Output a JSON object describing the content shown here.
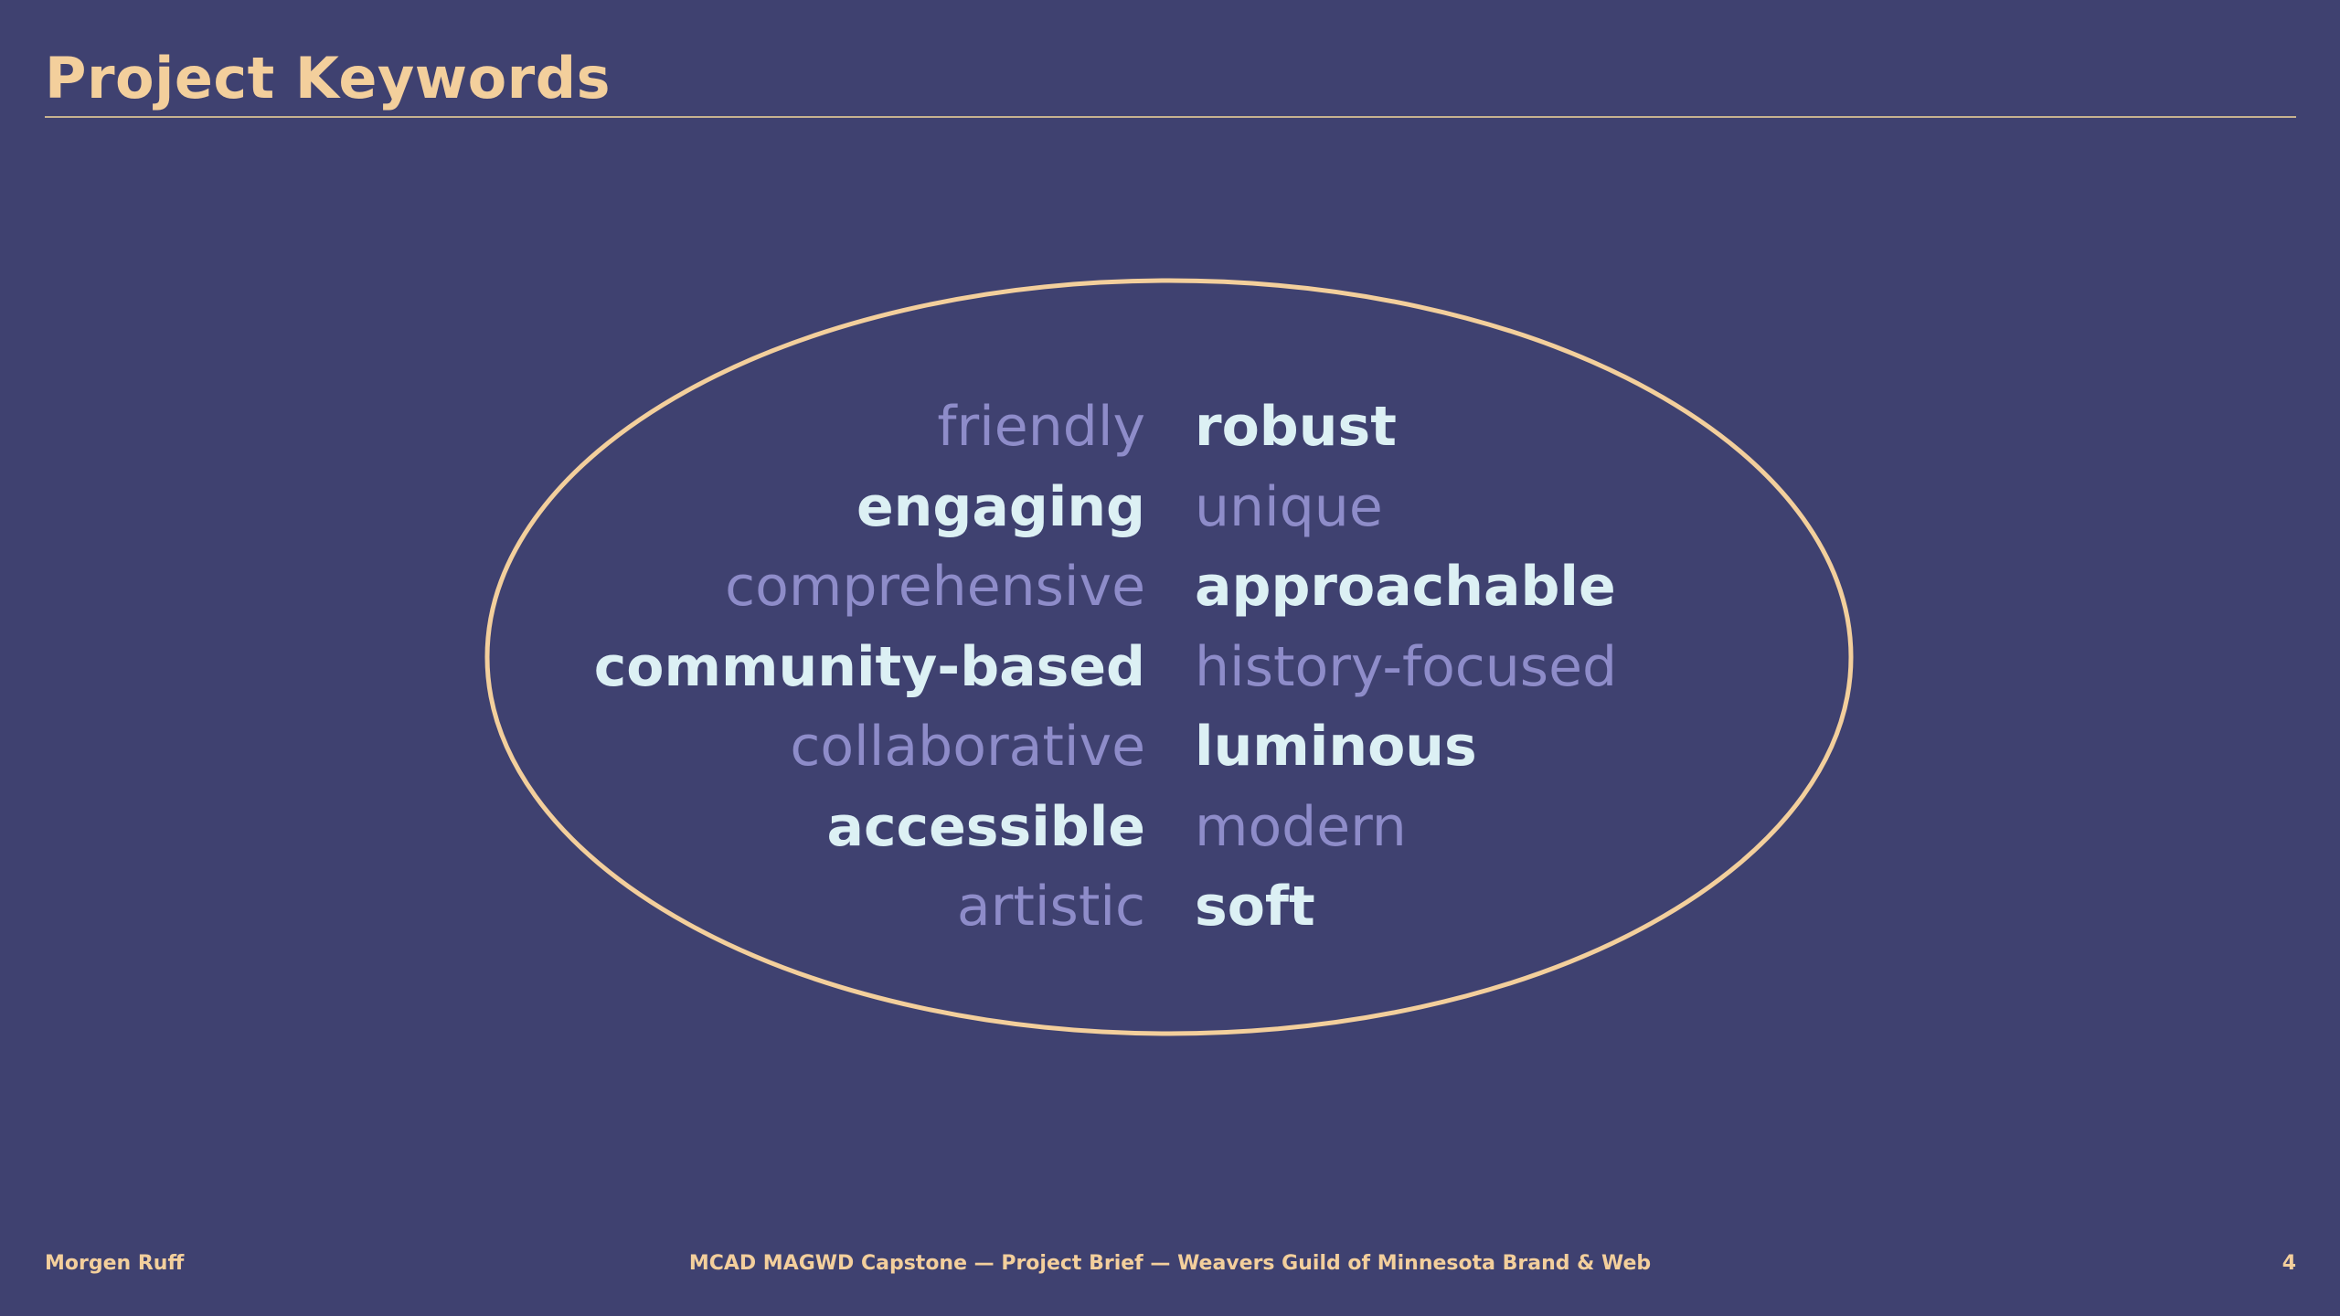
{
  "slide": {
    "title": "Project Keywords"
  },
  "colors": {
    "background": "#3f4170",
    "accent": "#f3cf9c",
    "keyword_bright": "#dcf0f4",
    "keyword_muted": "#8e8cc9"
  },
  "keywords": {
    "left": [
      {
        "text": "friendly",
        "tone": "muted"
      },
      {
        "text": "engaging",
        "tone": "bright"
      },
      {
        "text": "comprehensive",
        "tone": "muted"
      },
      {
        "text": "community-based",
        "tone": "bright"
      },
      {
        "text": "collaborative",
        "tone": "muted"
      },
      {
        "text": "accessible",
        "tone": "bright"
      },
      {
        "text": "artistic",
        "tone": "muted"
      }
    ],
    "right": [
      {
        "text": "robust",
        "tone": "bright"
      },
      {
        "text": "unique",
        "tone": "muted"
      },
      {
        "text": "approachable",
        "tone": "bright"
      },
      {
        "text": "history-focused",
        "tone": "muted"
      },
      {
        "text": "luminous",
        "tone": "bright"
      },
      {
        "text": "modern",
        "tone": "muted"
      },
      {
        "text": "soft",
        "tone": "bright"
      }
    ]
  },
  "footer": {
    "author": "Morgen Ruff",
    "course": "MCAD MAGWD Capstone — Project Brief — Weavers Guild of Minnesota Brand & Web",
    "page_number": "4"
  }
}
